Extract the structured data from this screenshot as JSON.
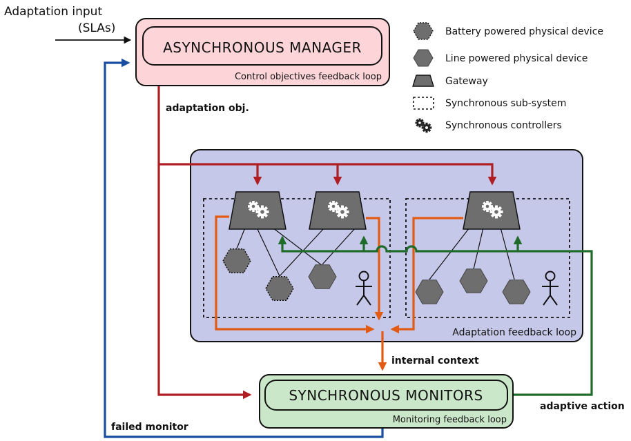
{
  "input": {
    "line1": "Adaptation input",
    "line2": "(SLAs)"
  },
  "manager": {
    "title": "ASYNCHRONOUS MANAGER",
    "loop": "Control objectives feedback loop"
  },
  "monitors": {
    "title": "SYNCHRONOUS MONITORS",
    "loop": "Monitoring feedback loop"
  },
  "adaptation_region": {
    "loop": "Adaptation feedback loop"
  },
  "arrow_labels": {
    "adaptation_obj": "adaptation obj.",
    "internal_context": "internal context",
    "adaptive_action": "adaptive action",
    "failed_monitor": "failed monitor"
  },
  "legend": [
    {
      "icon": "battery-device-icon",
      "label": "Battery powered physical device"
    },
    {
      "icon": "line-device-icon",
      "label": "Line powered physical device"
    },
    {
      "icon": "gateway-icon",
      "label": "Gateway"
    },
    {
      "icon": "subsystem-icon",
      "label": "Synchronous sub-system"
    },
    {
      "icon": "gears-icon",
      "label": "Synchronous controllers"
    }
  ],
  "colors": {
    "manager_fill": "#fdd5d8",
    "monitors_fill": "#cbe7c9",
    "region_fill": "#c5c8e8",
    "red_flow": "#b01e23",
    "blue_flow": "#1a4ea0",
    "orange_flow": "#e35a12",
    "green_flow": "#1f6b2a",
    "device_gray": "#6e6e6e"
  }
}
